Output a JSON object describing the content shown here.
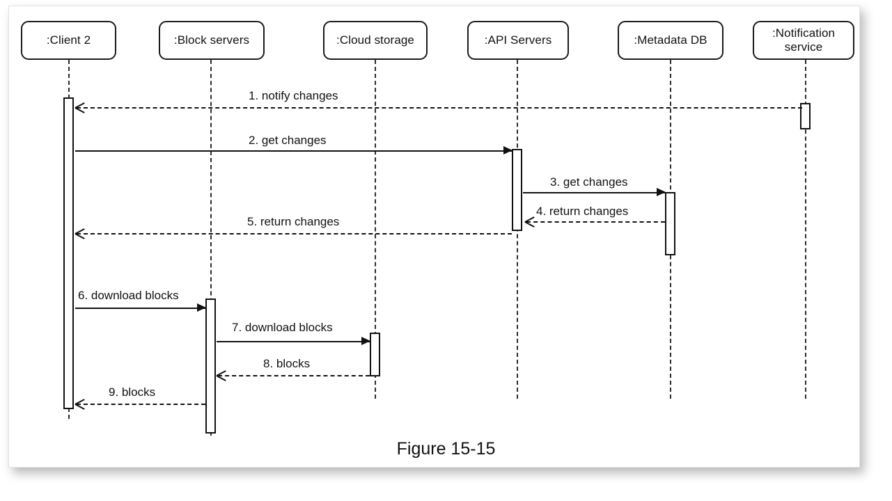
{
  "figure": {
    "caption": "Figure 15-15",
    "diagram_type": "uml-sequence-diagram"
  },
  "colors": {
    "page_background": "#ffffff",
    "stroke": "#111111",
    "lifeline_stroke": "#2b2b2b",
    "text": "#111111"
  },
  "participants": [
    {
      "id": "client2",
      "label": ":Client 2"
    },
    {
      "id": "block_servers",
      "label": ":Block servers"
    },
    {
      "id": "cloud_storage",
      "label": ":Cloud storage"
    },
    {
      "id": "api_servers",
      "label": ":API Servers"
    },
    {
      "id": "metadata_db",
      "label": ":Metadata DB"
    },
    {
      "id": "notification",
      "label": ":Notification service"
    }
  ],
  "messages": [
    {
      "seq": "1",
      "label": "1. notify changes",
      "from": "notification",
      "to": "client2",
      "style": "dashed",
      "direction": "left"
    },
    {
      "seq": "2",
      "label": "2. get changes",
      "from": "client2",
      "to": "api_servers",
      "style": "solid",
      "direction": "right"
    },
    {
      "seq": "3",
      "label": "3. get changes",
      "from": "api_servers",
      "to": "metadata_db",
      "style": "solid",
      "direction": "right"
    },
    {
      "seq": "4",
      "label": "4. return changes",
      "from": "metadata_db",
      "to": "api_servers",
      "style": "dashed",
      "direction": "left"
    },
    {
      "seq": "5",
      "label": "5. return changes",
      "from": "api_servers",
      "to": "client2",
      "style": "dashed",
      "direction": "left"
    },
    {
      "seq": "6",
      "label": "6. download blocks",
      "from": "client2",
      "to": "block_servers",
      "style": "solid",
      "direction": "right"
    },
    {
      "seq": "7",
      "label": "7. download blocks",
      "from": "block_servers",
      "to": "cloud_storage",
      "style": "solid",
      "direction": "right"
    },
    {
      "seq": "8",
      "label": "8. blocks",
      "from": "cloud_storage",
      "to": "block_servers",
      "style": "dashed",
      "direction": "left"
    },
    {
      "seq": "9",
      "label": "9. blocks",
      "from": "block_servers",
      "to": "client2",
      "style": "dashed",
      "direction": "left"
    }
  ]
}
